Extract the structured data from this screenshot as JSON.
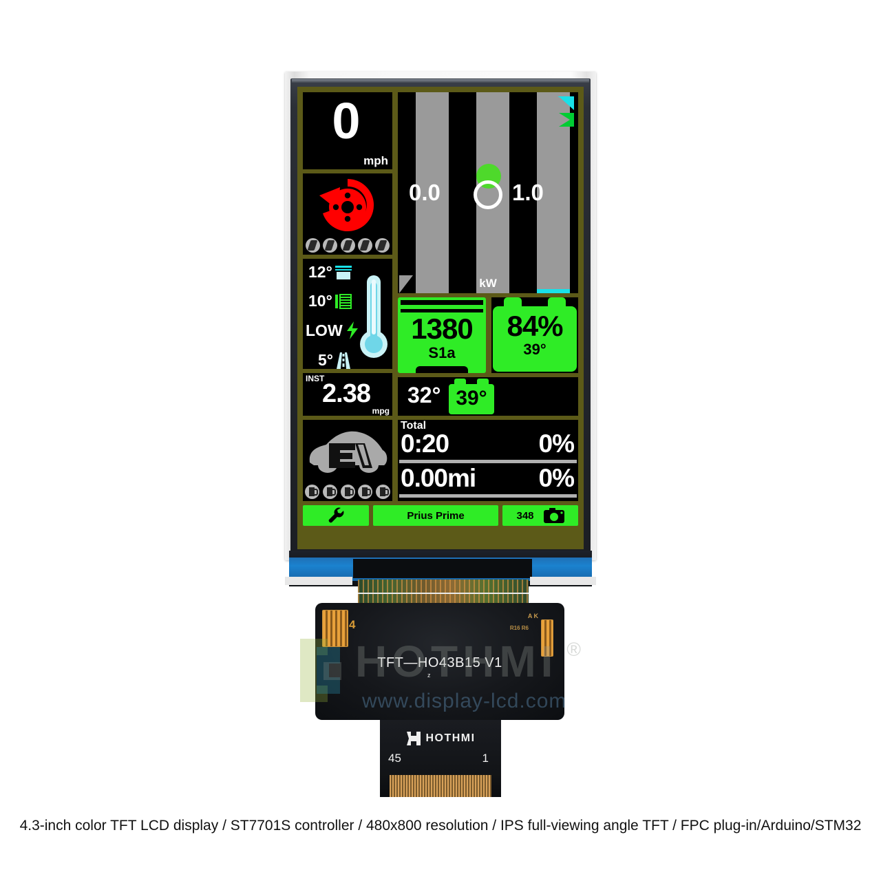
{
  "caption": "4.3-inch color TFT LCD display / ST7701S controller / 480x800 resolution / IPS full-viewing angle TFT / FPC plug-in/Arduino/STM32",
  "colors": {
    "ui_green": "#2fec26",
    "ui_gray_bar": "#9a9a9a",
    "ui_cyan": "#19e1e9",
    "ui_red": "#ff0000",
    "screen_gap_olive": "#5c5a18",
    "dot_green": "#4ed92b"
  },
  "screen": {
    "speed": {
      "value": "0",
      "unit": "mph"
    },
    "brake": {
      "icon": "brake-disc-warning-icon",
      "pad_count": 5
    },
    "temps": {
      "rows": [
        {
          "value": "12°",
          "icon": "cabin-temp-icon"
        },
        {
          "value": "10°",
          "icon": "radiator-temp-icon"
        },
        {
          "value": "LOW",
          "icon": "lightning-bolt-icon"
        },
        {
          "value": "5°",
          "icon": "road-temp-icon"
        }
      ],
      "thermometer_icon": "thermometer-icon"
    },
    "power_gauge": {
      "left_value": "0.0",
      "right_value": "1.0",
      "unit": "kW",
      "bar_count": 3
    },
    "rpm": {
      "value": "1380",
      "sub": "S1a"
    },
    "battery_main": {
      "value": "84%",
      "sub": "39°"
    },
    "temp_row": {
      "outside": "32°",
      "battery": "39°"
    },
    "inst": {
      "label": "INST",
      "value": "2.38",
      "unit": "mpg"
    },
    "ev": {
      "badge": "EV",
      "pump_count": 5
    },
    "total": {
      "label": "Total",
      "rows": [
        {
          "left": "0:20",
          "right": "0%"
        },
        {
          "left": "0.00mi",
          "right": "0%"
        }
      ]
    },
    "buttons": {
      "wrench": {
        "label": "",
        "icon": "wrench-icon"
      },
      "model": {
        "label": "Prius Prime"
      },
      "camera": {
        "label": "348",
        "icon": "camera-icon"
      }
    }
  },
  "hardware": {
    "pcb_part": "TFT—HO43B15  V1",
    "pcb_part_sub": "z",
    "pcb_mark_4": "4",
    "pcb_mark_ak": "A K",
    "pcb_mark_r6": "R16\nR6",
    "tab_brand": "HOTHMI",
    "tab_pin_left": "45",
    "tab_pin_right": "1"
  },
  "watermark": {
    "brand": "HOTHMI",
    "registered": "®",
    "url": "www.display-lcd.com"
  }
}
